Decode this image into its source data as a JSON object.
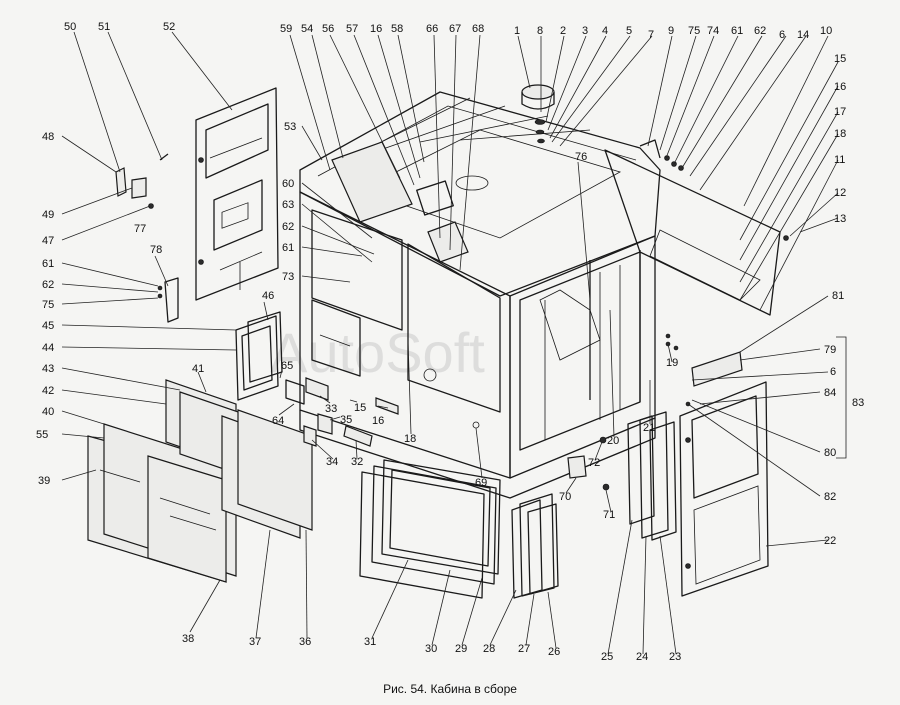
{
  "caption": "Рис. 54. Кабина в сборе",
  "watermark": "AutoSoft",
  "callouts": [
    {
      "id": "50",
      "text": "50"
    },
    {
      "id": "51",
      "text": "51"
    },
    {
      "id": "52",
      "text": "52"
    },
    {
      "id": "59",
      "text": "59"
    },
    {
      "id": "54",
      "text": "54"
    },
    {
      "id": "56",
      "text": "56"
    },
    {
      "id": "57",
      "text": "57"
    },
    {
      "id": "16a",
      "text": "16"
    },
    {
      "id": "58",
      "text": "58"
    },
    {
      "id": "66",
      "text": "66"
    },
    {
      "id": "67",
      "text": "67"
    },
    {
      "id": "68",
      "text": "68"
    },
    {
      "id": "1",
      "text": "1"
    },
    {
      "id": "8",
      "text": "8"
    },
    {
      "id": "2",
      "text": "2"
    },
    {
      "id": "3",
      "text": "3"
    },
    {
      "id": "4",
      "text": "4"
    },
    {
      "id": "5",
      "text": "5"
    },
    {
      "id": "7",
      "text": "7"
    },
    {
      "id": "9",
      "text": "9"
    },
    {
      "id": "75a",
      "text": "75"
    },
    {
      "id": "74",
      "text": "74"
    },
    {
      "id": "61a",
      "text": "61"
    },
    {
      "id": "62a",
      "text": "62"
    },
    {
      "id": "6a",
      "text": "6"
    },
    {
      "id": "14",
      "text": "14"
    },
    {
      "id": "10",
      "text": "10"
    },
    {
      "id": "15a",
      "text": "15"
    },
    {
      "id": "16b",
      "text": "16"
    },
    {
      "id": "17",
      "text": "17"
    },
    {
      "id": "18a",
      "text": "18"
    },
    {
      "id": "11",
      "text": "11"
    },
    {
      "id": "12",
      "text": "12"
    },
    {
      "id": "13",
      "text": "13"
    },
    {
      "id": "48",
      "text": "48"
    },
    {
      "id": "49",
      "text": "49"
    },
    {
      "id": "47",
      "text": "47"
    },
    {
      "id": "77",
      "text": "77"
    },
    {
      "id": "53",
      "text": "53"
    },
    {
      "id": "60",
      "text": "60"
    },
    {
      "id": "63",
      "text": "63"
    },
    {
      "id": "62b",
      "text": "62"
    },
    {
      "id": "61b",
      "text": "61"
    },
    {
      "id": "73",
      "text": "73"
    },
    {
      "id": "76",
      "text": "76"
    },
    {
      "id": "78",
      "text": "78"
    },
    {
      "id": "61c",
      "text": "61"
    },
    {
      "id": "62c",
      "text": "62"
    },
    {
      "id": "75b",
      "text": "75"
    },
    {
      "id": "46",
      "text": "46"
    },
    {
      "id": "45",
      "text": "45"
    },
    {
      "id": "44",
      "text": "44"
    },
    {
      "id": "43",
      "text": "43"
    },
    {
      "id": "65",
      "text": "65"
    },
    {
      "id": "42",
      "text": "42"
    },
    {
      "id": "41",
      "text": "41"
    },
    {
      "id": "40",
      "text": "40"
    },
    {
      "id": "55",
      "text": "55"
    },
    {
      "id": "39",
      "text": "39"
    },
    {
      "id": "33",
      "text": "33"
    },
    {
      "id": "15b",
      "text": "15"
    },
    {
      "id": "16c",
      "text": "16"
    },
    {
      "id": "64",
      "text": "64"
    },
    {
      "id": "35",
      "text": "35"
    },
    {
      "id": "34",
      "text": "34"
    },
    {
      "id": "32",
      "text": "32"
    },
    {
      "id": "18b",
      "text": "18"
    },
    {
      "id": "69",
      "text": "69"
    },
    {
      "id": "81",
      "text": "81"
    },
    {
      "id": "19",
      "text": "19"
    },
    {
      "id": "79",
      "text": "79"
    },
    {
      "id": "6b",
      "text": "6"
    },
    {
      "id": "83",
      "text": "83"
    },
    {
      "id": "84",
      "text": "84"
    },
    {
      "id": "80",
      "text": "80"
    },
    {
      "id": "82",
      "text": "82"
    },
    {
      "id": "20",
      "text": "20"
    },
    {
      "id": "21",
      "text": "21"
    },
    {
      "id": "72",
      "text": "72"
    },
    {
      "id": "70",
      "text": "70"
    },
    {
      "id": "71",
      "text": "71"
    },
    {
      "id": "22",
      "text": "22"
    },
    {
      "id": "38",
      "text": "38"
    },
    {
      "id": "37",
      "text": "37"
    },
    {
      "id": "36",
      "text": "36"
    },
    {
      "id": "31",
      "text": "31"
    },
    {
      "id": "30",
      "text": "30"
    },
    {
      "id": "29",
      "text": "29"
    },
    {
      "id": "28",
      "text": "28"
    },
    {
      "id": "27",
      "text": "27"
    },
    {
      "id": "26",
      "text": "26"
    },
    {
      "id": "25",
      "text": "25"
    },
    {
      "id": "24",
      "text": "24"
    },
    {
      "id": "23",
      "text": "23"
    }
  ]
}
